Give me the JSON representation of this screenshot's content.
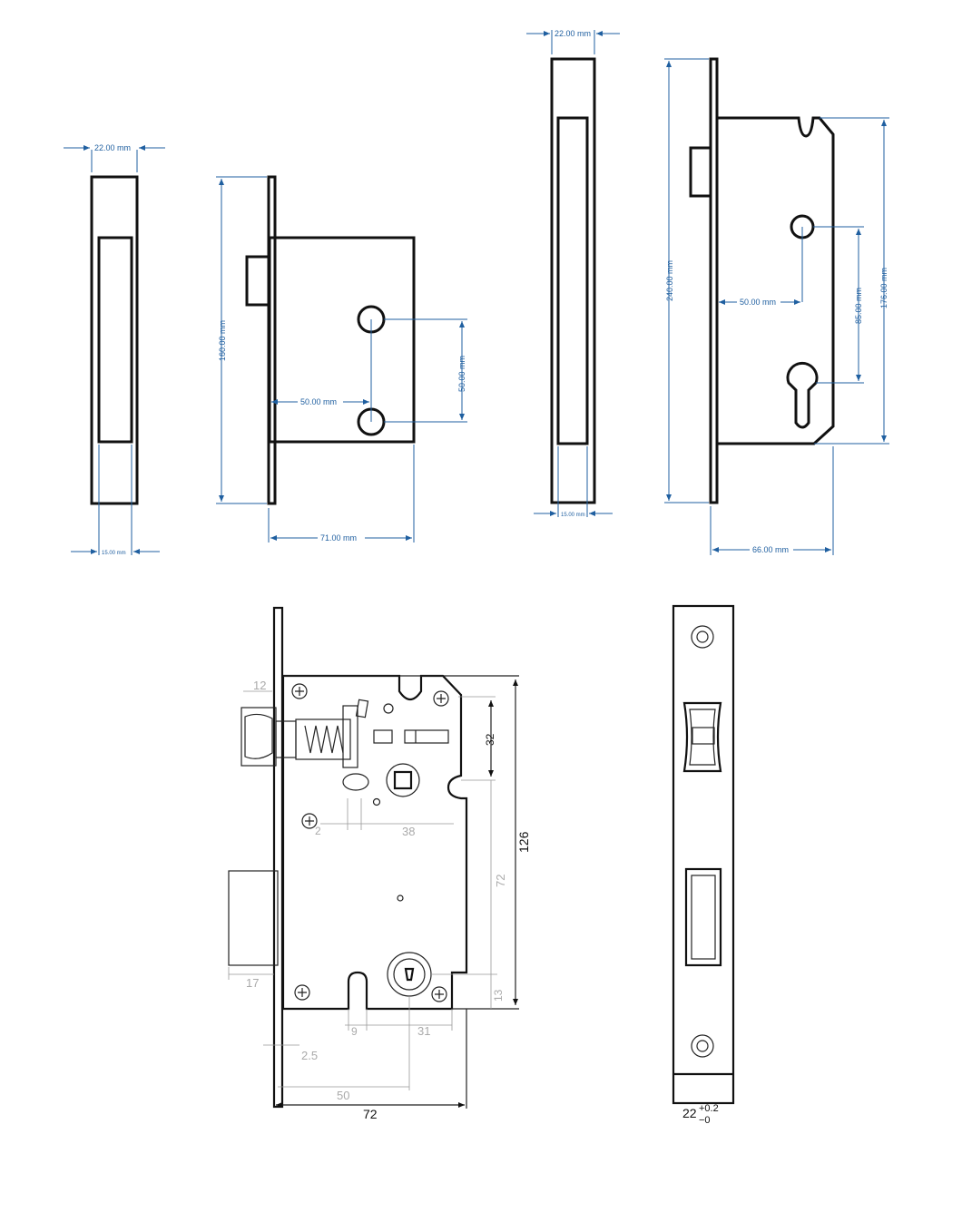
{
  "top_left": {
    "faceplate_width": "22.00 mm",
    "faceplate_slot": "15.00 mm",
    "height": "160.00 mm",
    "hole_spacing": "50.00 mm",
    "backset": "50.00 mm",
    "body_depth": "71.00 mm"
  },
  "top_right": {
    "faceplate_width": "22.00 mm",
    "faceplate_slot": "15.00 mm",
    "height": "240.00 mm",
    "backset": "50.00 mm",
    "cylinder_spacing": "85.00 mm",
    "case_height": "176.00 mm",
    "depth": "66.00 mm"
  },
  "bottom_left": {
    "d12": "12",
    "d32": "32",
    "d126": "126",
    "d2": "2",
    "d38": "38",
    "d72v": "72",
    "d17": "17",
    "d13": "13",
    "d9": "9",
    "d31": "31",
    "d25": "2.5",
    "d50": "50",
    "d72": "72"
  },
  "bottom_right": {
    "faceplate_base": "22",
    "tol_plus": "+0.2",
    "tol_minus": "−0"
  }
}
